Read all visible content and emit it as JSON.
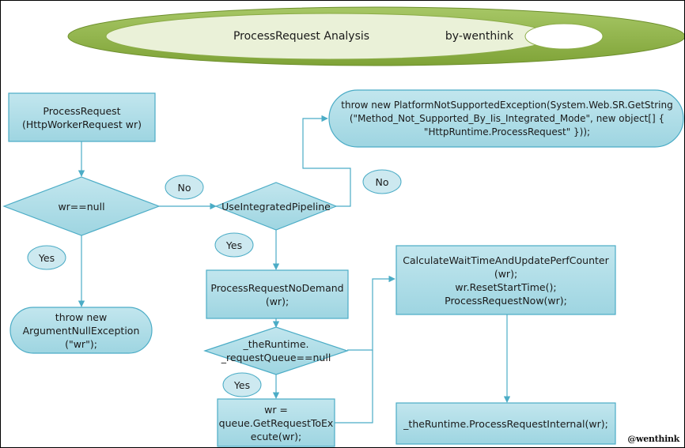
{
  "header": {
    "title": "ProcessRequest Analysis",
    "author": "by-wenthink"
  },
  "nodes": {
    "process_request": "ProcessRequest\n(HttpWorkerRequest wr)",
    "wr_null": "wr==null",
    "throw_argument": "throw new\nArgumentNullException\n(\"wr\");",
    "use_integrated": "UseIntegratedPipeline",
    "throw_platform": "throw new PlatformNotSupportedException(System.Web.SR.GetString\n(\"Method_Not_Supported_By_Iis_Integrated_Mode\", new object[] {\n\"HttpRuntime.ProcessRequest\" }));",
    "process_no_demand": "ProcessRequestNoDemand\n(wr);",
    "queue_null": "_theRuntime.\n_requestQueue==null",
    "get_request": "wr =\nqueue.GetRequestToEx\necute(wr);",
    "calculate": "CalculateWaitTimeAndUpdatePerfCounter\n(wr);\nwr.ResetStartTime();\nProcessRequestNow(wr);",
    "internal": "_theRuntime.ProcessRequestInternal(wr);"
  },
  "edge_labels": {
    "no_1": "No",
    "no_2": "No",
    "yes_1": "Yes",
    "yes_2": "Yes",
    "yes_3": "Yes"
  },
  "watermark": "@wenthink",
  "colors": {
    "node_fill": "#a8dbe6",
    "node_stroke": "#4bacc6",
    "line": "#4bacc6",
    "label_fill": "#cde9f0",
    "banner_outer": "#95b84a",
    "banner_inner": "#eaf1d8"
  }
}
